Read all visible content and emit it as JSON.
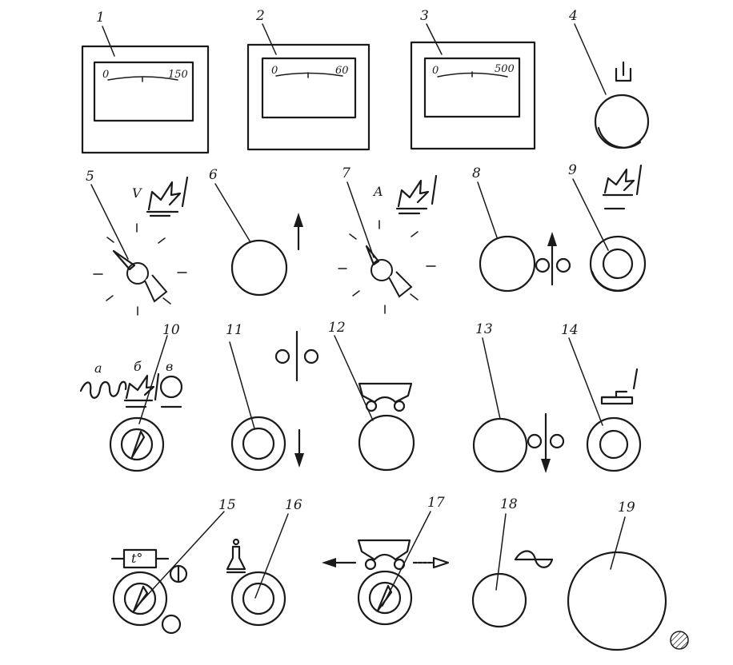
{
  "figure": {
    "meters": [
      {
        "callout": "1",
        "scale_min": "0",
        "scale_max": "150"
      },
      {
        "callout": "2",
        "scale_min": "0",
        "scale_max": "60"
      },
      {
        "callout": "3",
        "scale_min": "0",
        "scale_max": "500"
      }
    ],
    "power_button": {
      "callout": "4"
    },
    "row2": [
      {
        "callout": "5",
        "letter": "V"
      },
      {
        "callout": "6"
      },
      {
        "callout": "7",
        "letter": "A"
      },
      {
        "callout": "8"
      },
      {
        "callout": "9"
      }
    ],
    "row3": [
      {
        "callout": "10",
        "sub_labels": [
          "а",
          "б",
          "в"
        ]
      },
      {
        "callout": "11"
      },
      {
        "callout": "12"
      },
      {
        "callout": "13"
      },
      {
        "callout": "14"
      }
    ],
    "row4": [
      {
        "callout": "15",
        "symbol_text": "t°"
      },
      {
        "callout": "16"
      },
      {
        "callout": "17"
      },
      {
        "callout": "18"
      },
      {
        "callout": "19"
      }
    ]
  }
}
